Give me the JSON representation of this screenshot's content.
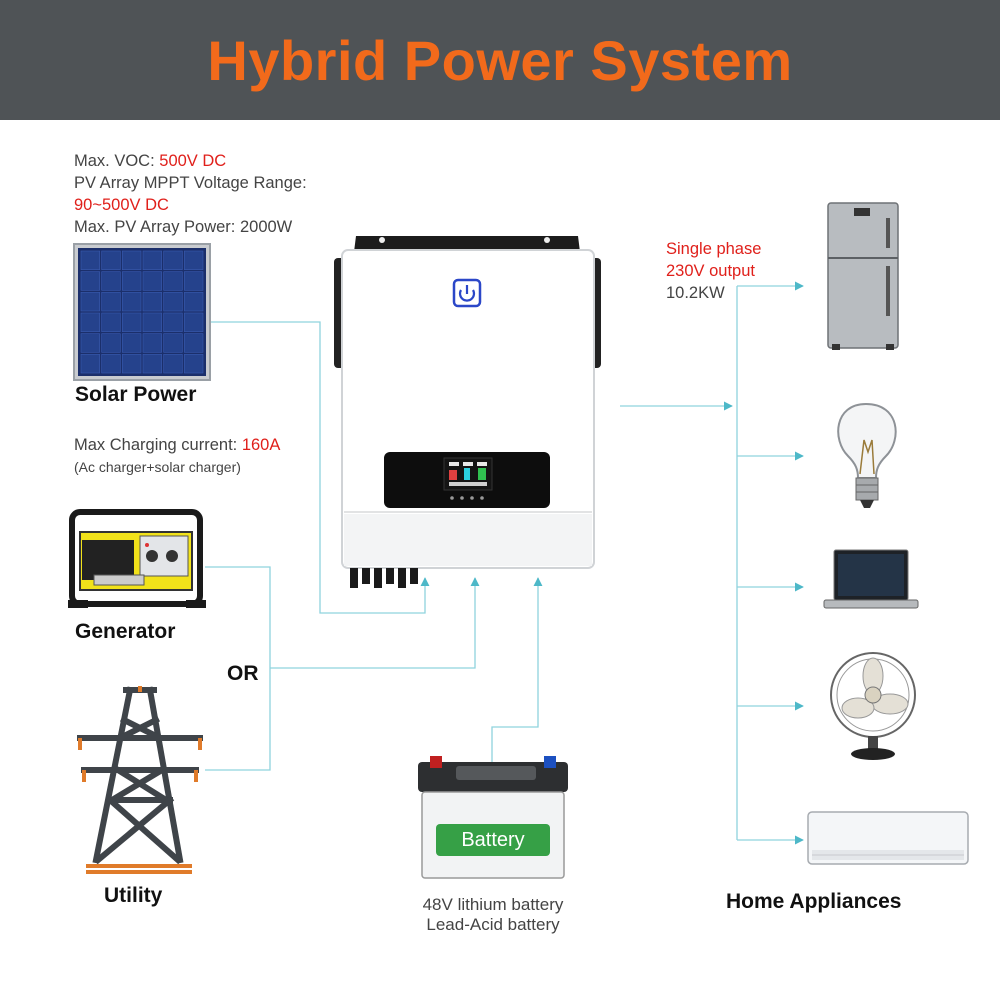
{
  "title": "Hybrid Power System",
  "solar": {
    "voc_label": "Max. VOC: ",
    "voc_value": "500V DC",
    "mppt_label": "PV Array MPPT Voltage Range:",
    "mppt_value": "90~500V DC",
    "pv_power": "Max. PV Array Power: 2000W",
    "name": "Solar Power"
  },
  "charging": {
    "label": "Max Charging current: ",
    "value": "160A",
    "note": "(Ac charger+solar charger)"
  },
  "generator": {
    "name": "Generator"
  },
  "or_label": "OR",
  "utility": {
    "name": "Utility"
  },
  "battery": {
    "sticker": "Battery",
    "line1": "48V lithium battery",
    "line2": "Lead-Acid battery"
  },
  "output": {
    "line1": "Single phase",
    "line2": "230V output",
    "line3": "10.2KW"
  },
  "appliances": {
    "name": "Home Appliances"
  },
  "colors": {
    "header_bg": "#4f5356",
    "title": "#f26a1b",
    "accent_red": "#e0201b",
    "connector": "#4db8c8"
  },
  "icons": [
    "solar-panel-icon",
    "generator-icon",
    "utility-tower-icon",
    "battery-icon",
    "inverter-icon",
    "power-button-icon",
    "lcd-display-icon",
    "refrigerator-icon",
    "light-bulb-icon",
    "laptop-icon",
    "fan-icon",
    "air-conditioner-icon"
  ]
}
